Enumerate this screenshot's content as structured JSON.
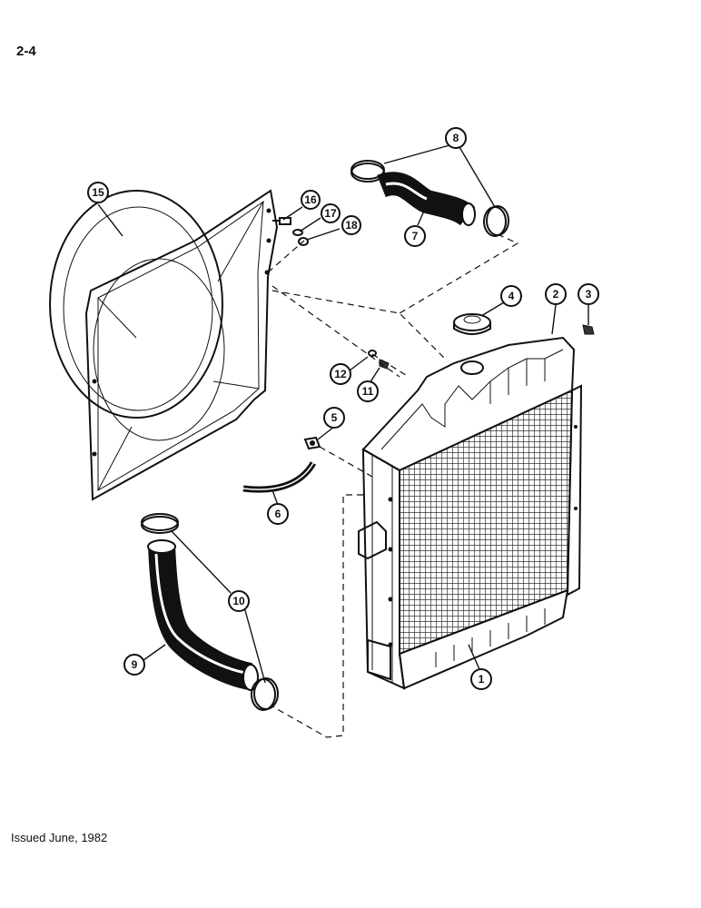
{
  "header": {
    "page_number": "2-4"
  },
  "footer": {
    "issued": "Issued June, 1982"
  },
  "callouts": {
    "c1": "1",
    "c2": "2",
    "c3": "3",
    "c4": "4",
    "c5": "5",
    "c6": "6",
    "c7": "7",
    "c8": "8",
    "c9": "9",
    "c10": "10",
    "c11": "11",
    "c12": "12",
    "c15": "15",
    "c16": "16",
    "c17": "17",
    "c18": "18"
  }
}
